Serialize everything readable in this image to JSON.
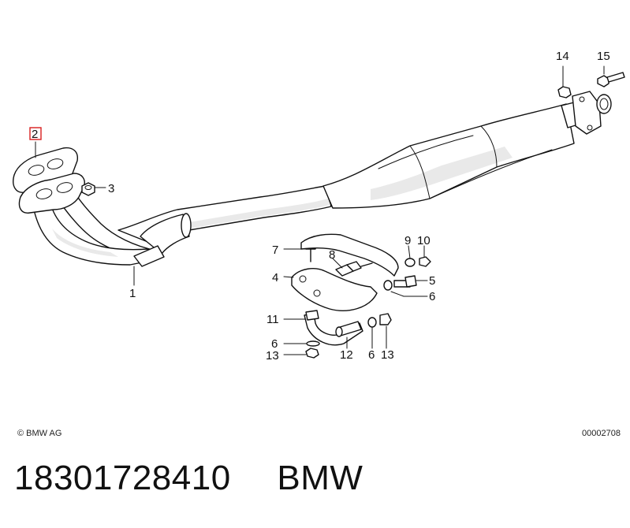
{
  "diagram": {
    "callouts": [
      {
        "key": "c2",
        "text": "2",
        "highlighted": true
      },
      {
        "key": "c3",
        "text": "3"
      },
      {
        "key": "c1",
        "text": "1"
      },
      {
        "key": "c14",
        "text": "14"
      },
      {
        "key": "c15",
        "text": "15"
      },
      {
        "key": "c7",
        "text": "7"
      },
      {
        "key": "c8",
        "text": "8"
      },
      {
        "key": "c9",
        "text": "9"
      },
      {
        "key": "c10",
        "text": "10"
      },
      {
        "key": "c4",
        "text": "4"
      },
      {
        "key": "c5",
        "text": "5"
      },
      {
        "key": "c6a",
        "text": "6"
      },
      {
        "key": "c11",
        "text": "11"
      },
      {
        "key": "c6b",
        "text": "6"
      },
      {
        "key": "c13a",
        "text": "13"
      },
      {
        "key": "c12",
        "text": "12"
      },
      {
        "key": "c6c",
        "text": "6"
      },
      {
        "key": "c13b",
        "text": "13"
      }
    ],
    "copyright": "© BMW AG",
    "drawing_number": "00002708",
    "highlight_color": "#d81e1e"
  },
  "part": {
    "number": "18301728410",
    "brand": "BMW"
  }
}
